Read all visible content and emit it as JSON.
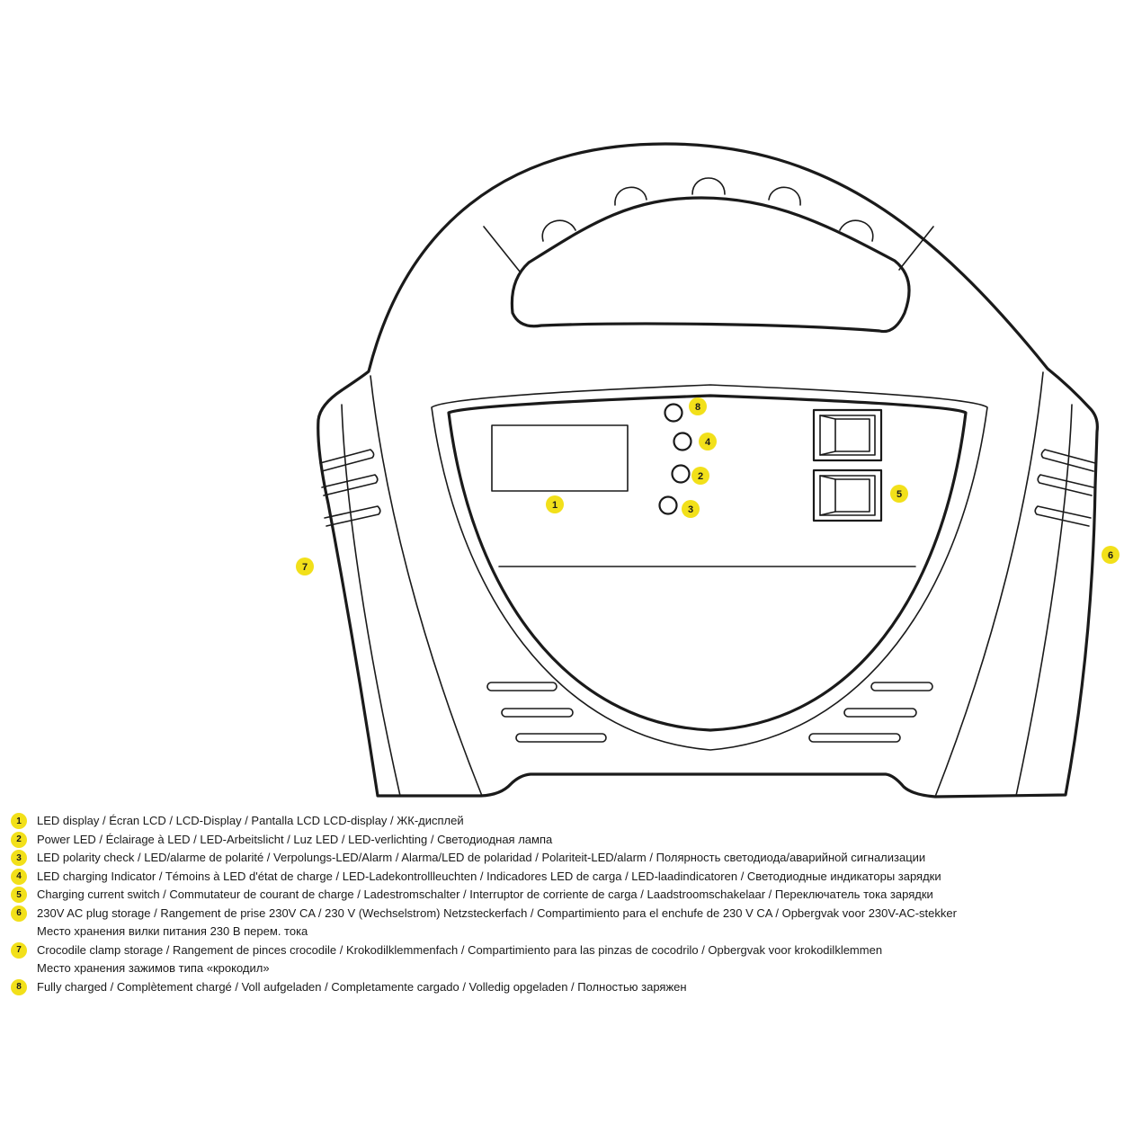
{
  "colors": {
    "badge": "#f2e01a",
    "line": "#1a1a1a",
    "background": "#ffffff"
  },
  "callouts": [
    "1",
    "2",
    "3",
    "4",
    "5",
    "6",
    "7",
    "8"
  ],
  "legend": [
    {
      "num": "1",
      "lines": [
        "LED display / Écran LCD / LCD-Display / Pantalla LCD  LCD-display / ЖК-дисплей"
      ]
    },
    {
      "num": "2",
      "lines": [
        "Power LED  / Éclairage à LED / LED-Arbeitslicht / Luz LED / LED-verlichting / Светодиодная лампа"
      ]
    },
    {
      "num": "3",
      "lines": [
        "LED polarity check /  LED/alarme de polarité / Verpolungs-LED/Alarm / Alarma/LED de polaridad / Polariteit-LED/alarm / Полярность светодиода/аварийной сигнализации"
      ]
    },
    {
      "num": "4",
      "lines": [
        "LED charging Indicator / Témoins à LED d'état de charge / LED-Ladekontrollleuchten / Indicadores LED de carga / LED-laadindicatoren / Светодиодные индикаторы зарядки"
      ]
    },
    {
      "num": "5",
      "lines": [
        "Charging current switch / Commutateur de courant de charge / Ladestromschalter / Interruptor de corriente de carga / Laadstroomschakelaar / Переключатель тока зарядки"
      ]
    },
    {
      "num": "6",
      "lines": [
        "230V AC plug storage / Rangement de prise 230V CA / 230 V (Wechselstrom) Netzsteckerfach / Compartimiento para el enchufe de 230 V CA / Opbergvak voor 230V-AC-stekker",
        "Место хранения вилки питания 230 В перем. тока"
      ]
    },
    {
      "num": "7",
      "lines": [
        "Crocodile clamp storage / Rangement de pinces crocodile / Krokodilklemmenfach / Compartimiento para las pinzas de cocodrilo / Opbergvak voor krokodilklemmen",
        "Место хранения зажимов типа «крокодил»"
      ]
    },
    {
      "num": "8",
      "lines": [
        "Fully charged / Complètement chargé / Voll aufgeladen / Completamente cargado / Volledig opgeladen / Полностью заряжен"
      ]
    }
  ]
}
